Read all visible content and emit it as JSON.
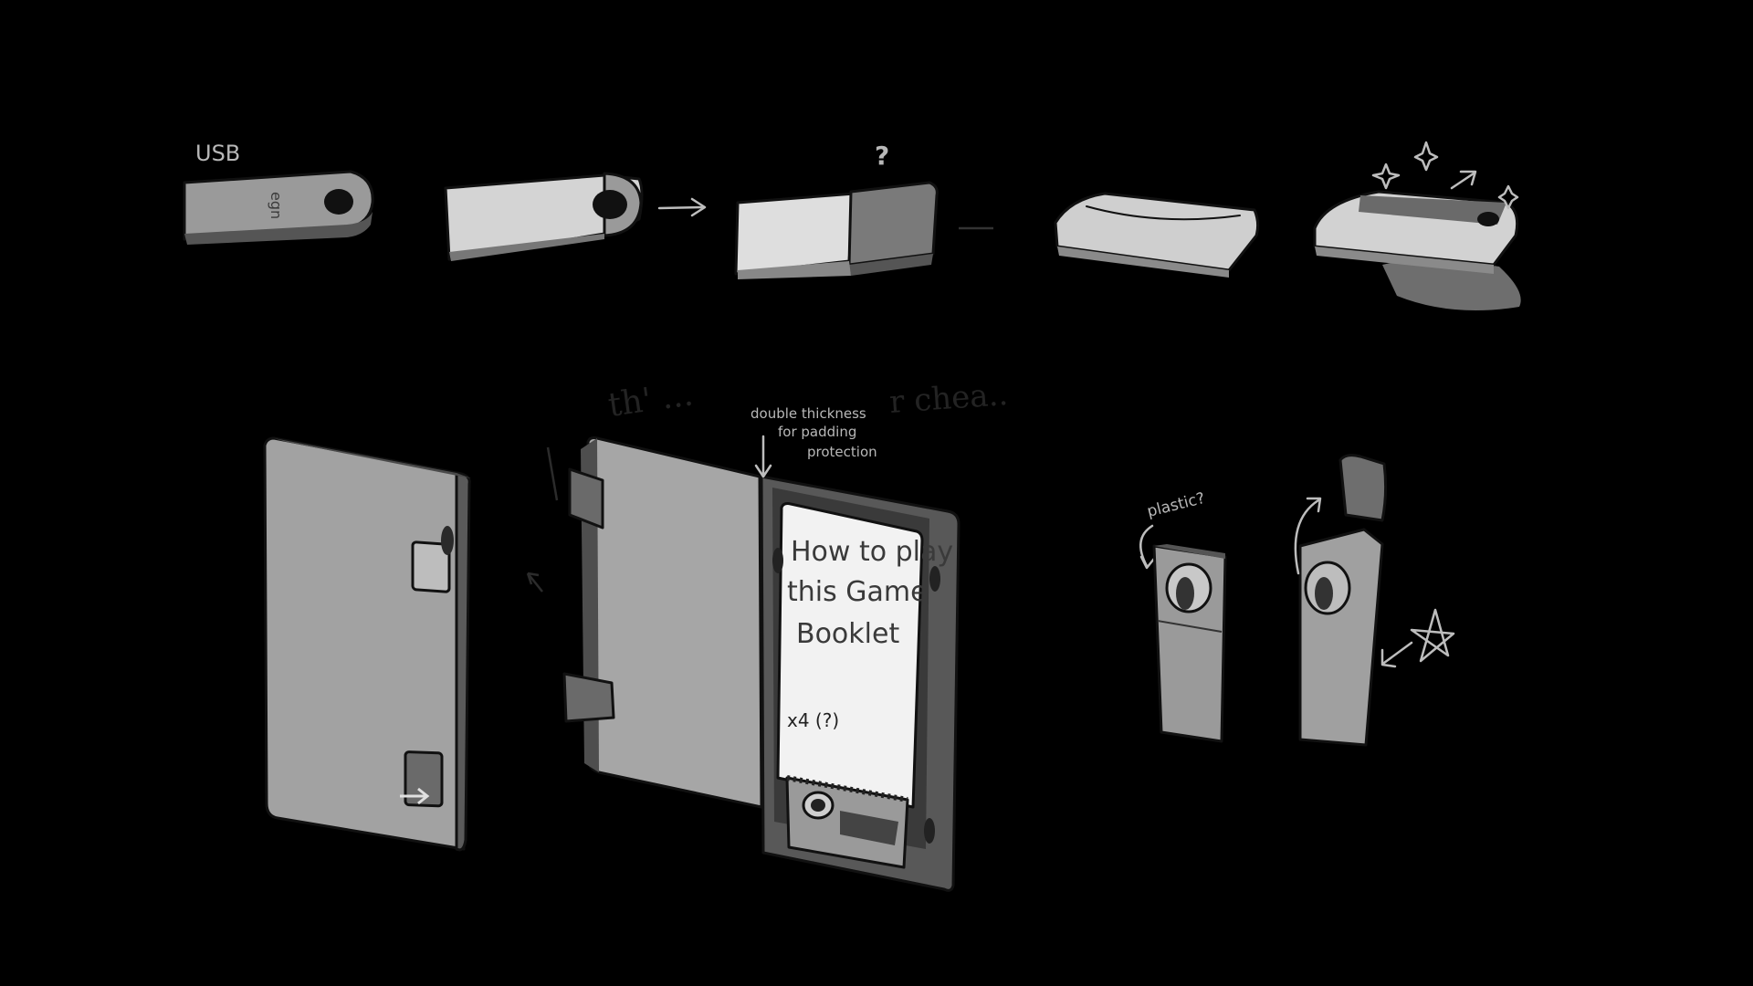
{
  "annotations": {
    "usb_label": "USB",
    "usb_brand": "egn",
    "question_mark": "?",
    "thickness_note": [
      "double thickness",
      "for padding",
      "protection"
    ],
    "faint_scribble_left": "th' ...",
    "faint_scribble_right": "r chea..",
    "booklet_title": [
      "How to play",
      "this Game",
      "Booklet"
    ],
    "booklet_footnote": "x4 (?)",
    "plastic_note": "plastic?"
  },
  "colors": {
    "background": "#000000",
    "paper_light": "#d9d9d9",
    "paper_mid": "#a8a8a8",
    "paper_dark": "#6a6a6a",
    "chalk": "#bdbdbd"
  },
  "icons": {
    "arrow": "arrow-right",
    "sparkle": "sparkle-star",
    "star": "doodle-star"
  }
}
